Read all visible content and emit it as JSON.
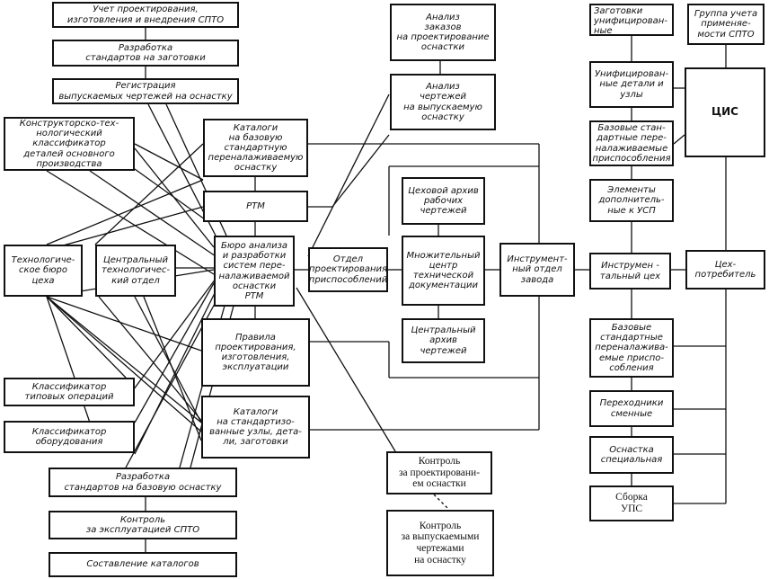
{
  "boxes": {
    "uchet": "Учет проектирования,\nизготовления и внедрения СПТО",
    "razrab_std": "Разработка\nстандартов на заготовки",
    "registr": "Регистрация\nвыпускаемых чертежей на оснастку",
    "konstr": "Конструкторско-тех-\nнологический\nклассификатор\nдеталей основного\nпроизводства",
    "kat_baz": "Каталоги\nна базовую\nстандартную\nпереналаживаемую\nоснастку",
    "rtm": "РТМ",
    "biuro": "Бюро анализа\nи разработки\nсистем пере-\nналаживаемой\nоснастки\nРТМ",
    "tech_biuro": "Технологиче-\nское бюро\nцеха",
    "central_tech": "Центральный\nтехнологичес-\nкий отдел",
    "pravila": "Правила\nпроектирования,\nизготовления,\nэксплуатации",
    "klass_oper": "Классификатор\nтиповых операций",
    "klass_obor": "Классификатор\nоборудования",
    "kat_std": "Каталоги\nна стандартизо-\nванные узлы, дета-\nли, заготовки",
    "razrab_baz": "Разработка\nстандартов на базовую оснастку",
    "kontrol_exp": "Контроль\nза эксплуатацией СПТО",
    "sostav": "Составление каталогов",
    "analiz_zak": "Анализ\nзаказов\nна проектирование\nоснастки",
    "analiz_cher": "Анализ\nчертежей\nна выпускаемую\nоснастку",
    "otdel_proekt": "Отдел\nпроектирования\nприспособлений",
    "cehovoy": "Цеховой архив\nрабочих\nчертежей",
    "mnozh": "Множительный\nцентр\nтехнической\nдокументации",
    "central_arh": "Центральный\nархив\nчертежей",
    "instr_otdel": "Инструмент-\nный отдел\nзавода",
    "kontrol_proekt": "Контроль\nза проектировани-\nем оснастки",
    "kontrol_vyp": "Контроль\nза выпускаемыми\nчертежами\nна оснастку",
    "zagotovki": "Заготовки\nунифицирован-\nные",
    "gruppa": "Группа учета\nприменяе-\nмости СПТО",
    "unif": "Унифицирован-\nные детали и\nузлы",
    "cis": "ЦИС",
    "bazovye1": "Базовые стан-\nдартные пере-\nналаживаемые\nприспособления",
    "elementy": "Элементы\nдополнитель-\nные к УСП",
    "instr_ceh": "Инструмен -\nтальный цех",
    "ceh_potr": "Цех-\nпотребитель",
    "bazovye2": "Базовые\nстандартные\nпереналажива-\nемые приспо-\nсобления",
    "perehodniki": "Переходники\nсменные",
    "osnastka": "Оснастка\nспециальная",
    "sborka": "Сборка\nУПС"
  }
}
